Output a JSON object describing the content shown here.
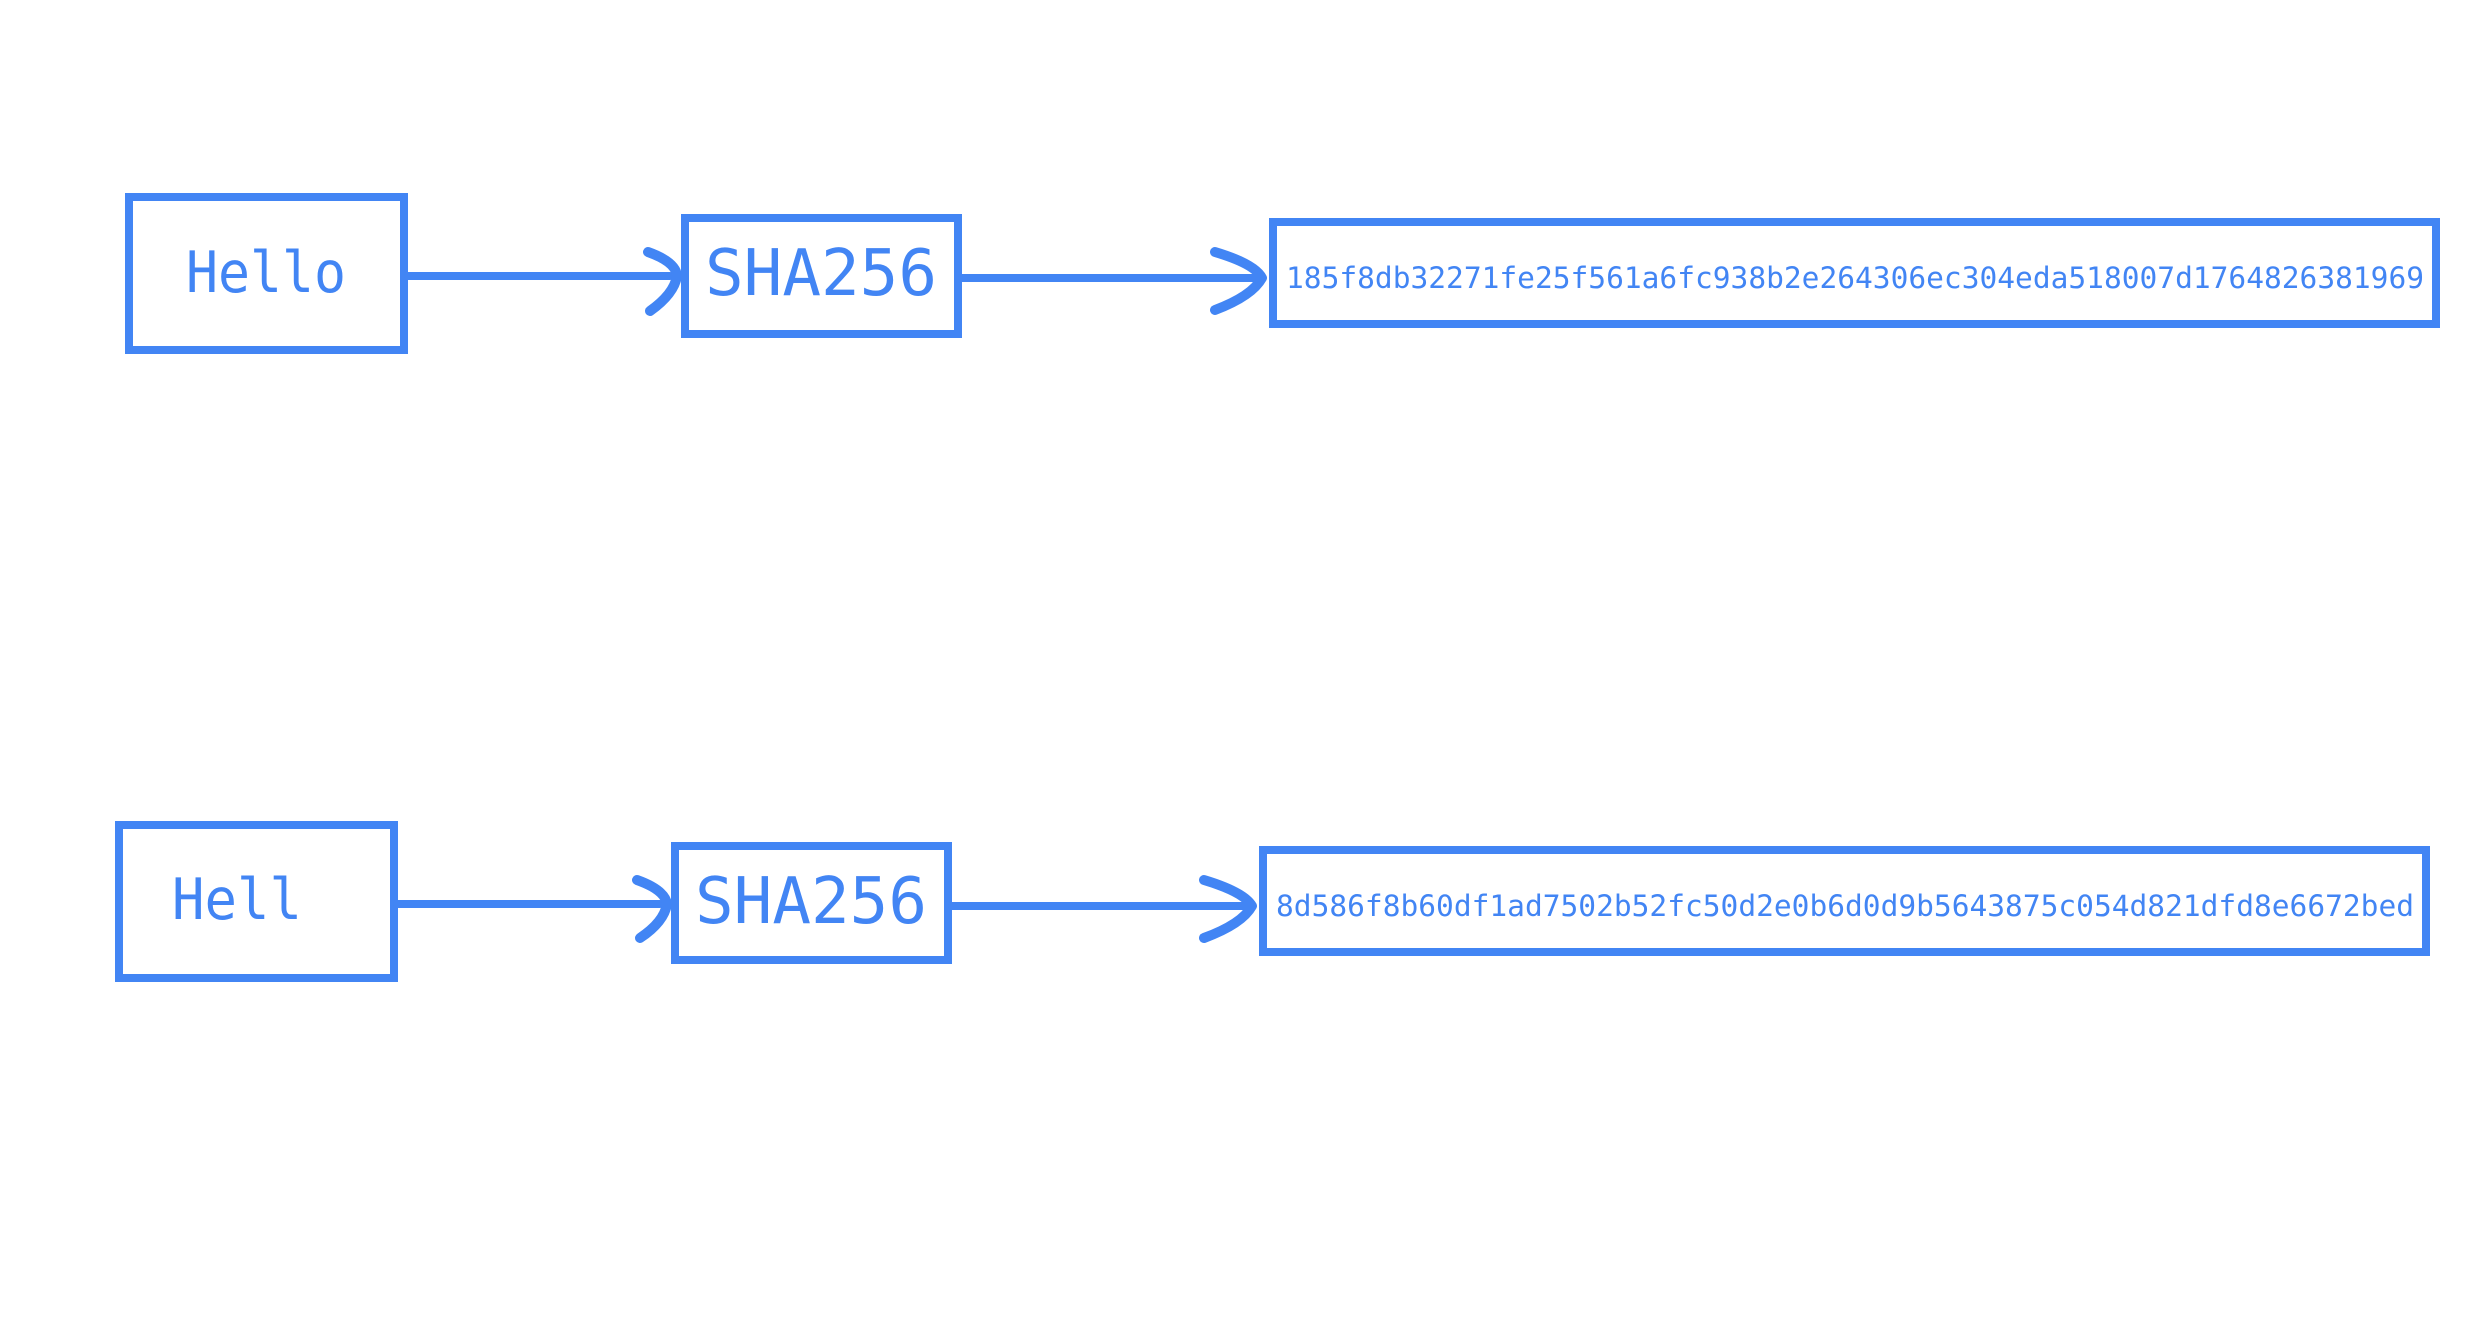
{
  "accent_color": "#4285f4",
  "rows": [
    {
      "input": "Hello",
      "function": "SHA256",
      "digest": "185f8db32271fe25f561a6fc938b2e264306ec304eda518007d1764826381969"
    },
    {
      "input": "Hell",
      "function": "SHA256",
      "digest": "8d586f8b60df1ad7502b52fc50d2e0b6d0d9b5643875c054d821dfd8e6672bed"
    }
  ]
}
